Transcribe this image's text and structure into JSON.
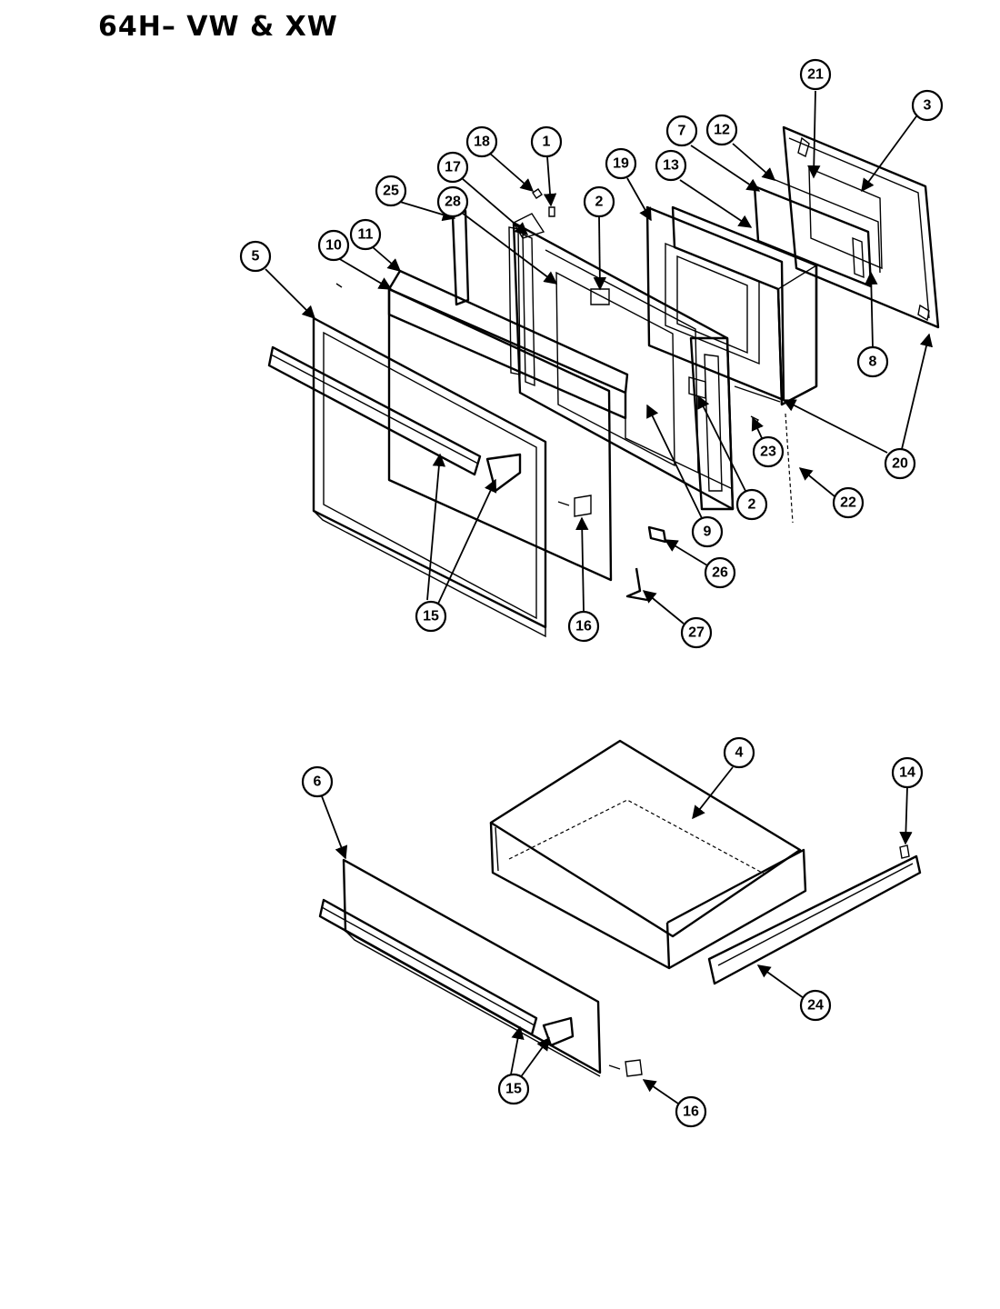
{
  "title": "64H– VW & XW",
  "callouts": {
    "c21": "21",
    "c3": "3",
    "c12": "12",
    "c7": "7",
    "c13": "13",
    "c18": "18",
    "c1": "1",
    "c17": "17",
    "c19": "19",
    "c2a": "2",
    "c25": "25",
    "c28": "28",
    "c11": "11",
    "c10": "10",
    "c5": "5",
    "c8": "8",
    "c23": "23",
    "c20": "20",
    "c22": "22",
    "c2b": "2",
    "c9": "9",
    "c26": "26",
    "c15a": "15",
    "c16a": "16",
    "c27": "27",
    "c4": "4",
    "c6": "6",
    "c14": "14",
    "c24": "24",
    "c15b": "15",
    "c16b": "16"
  }
}
